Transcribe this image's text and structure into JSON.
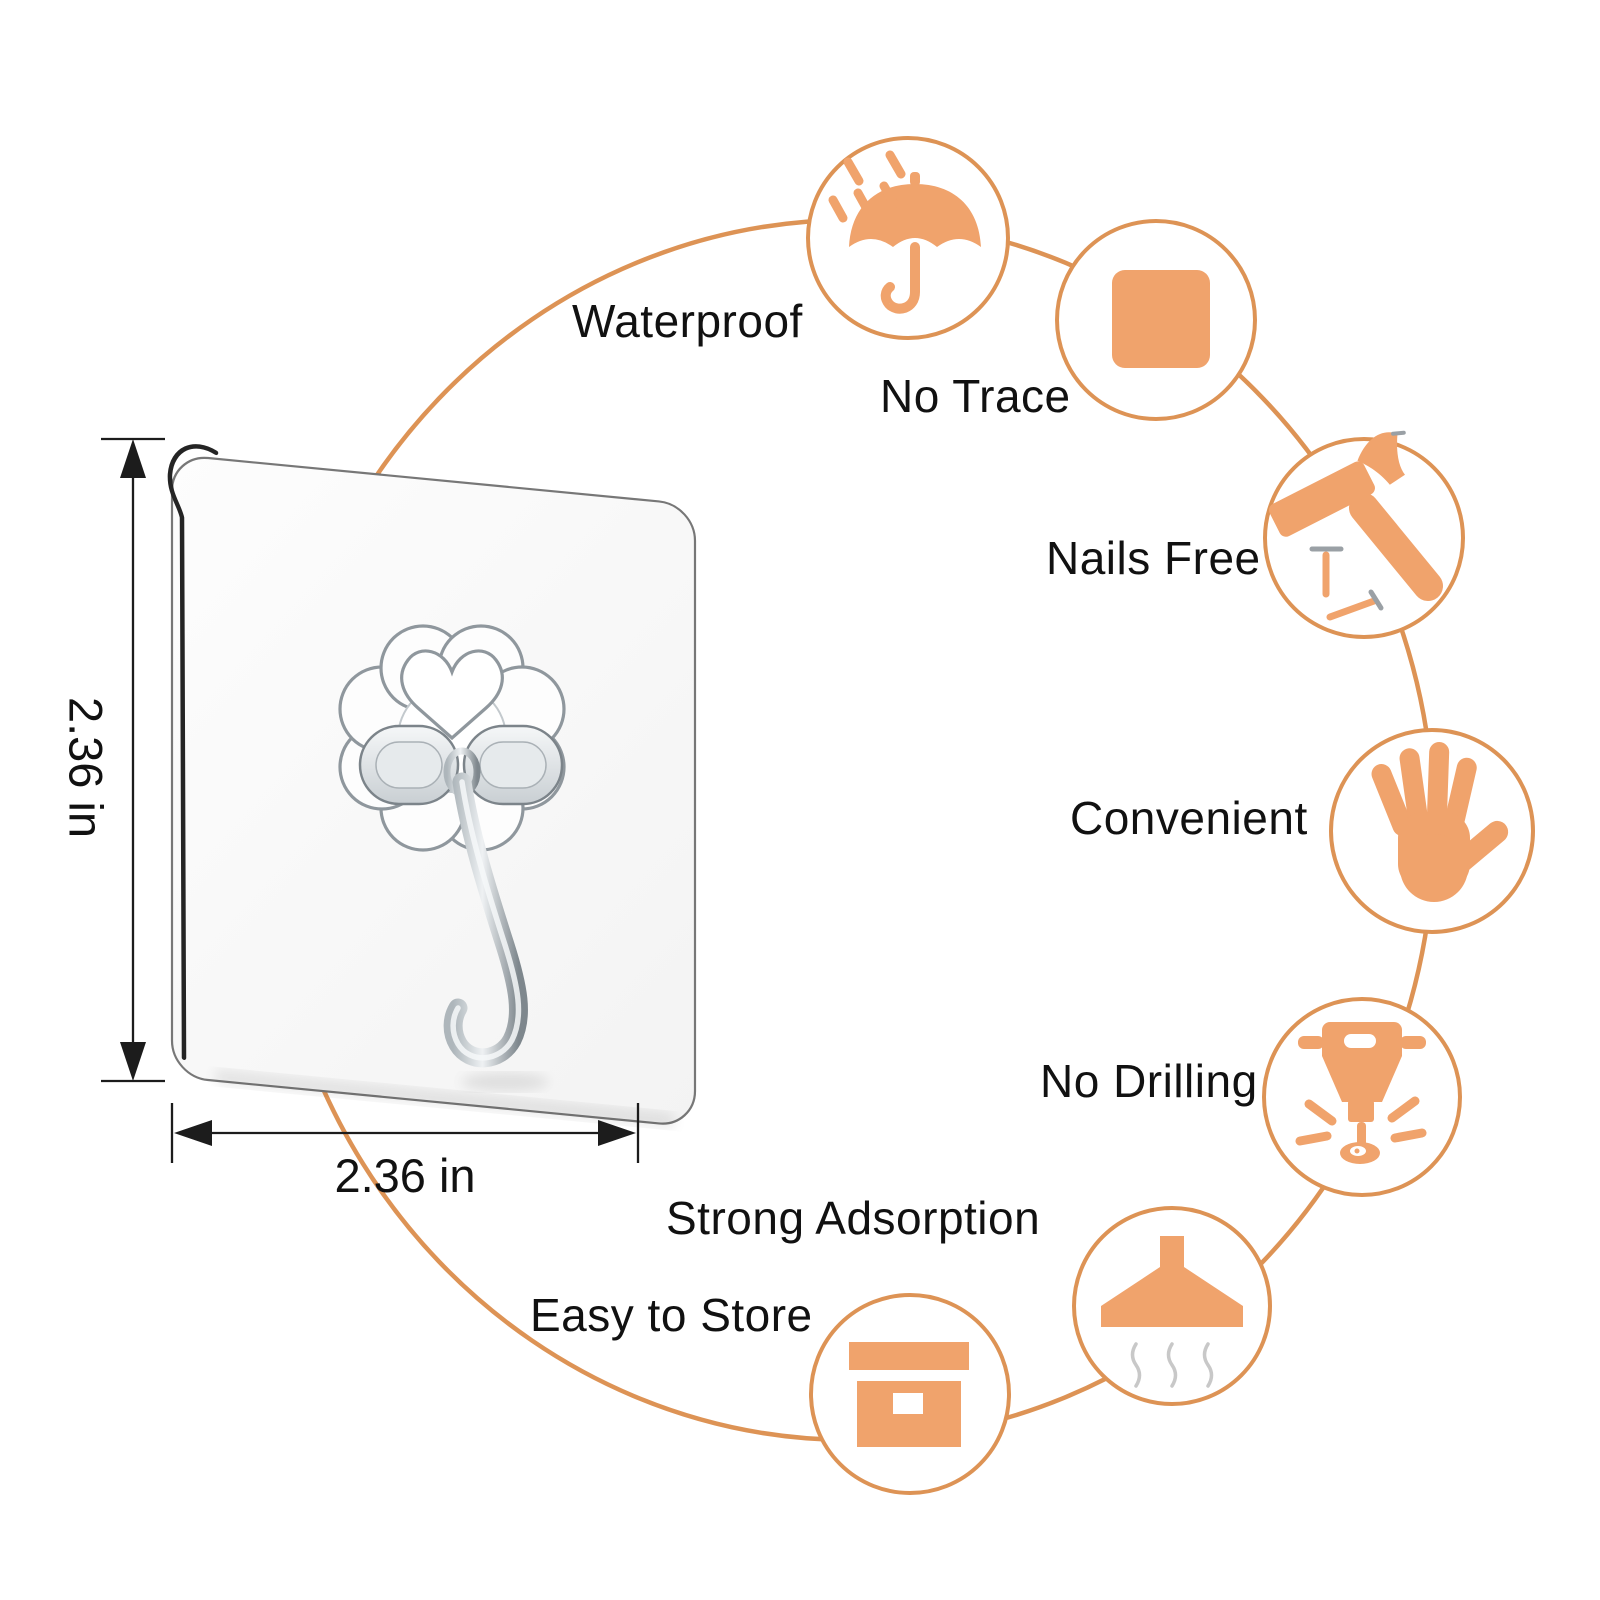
{
  "dimensions": {
    "height_label": "2.36 in",
    "width_label": "2.36 in"
  },
  "features": [
    {
      "label": "Waterproof",
      "icon": "umbrella-rain-icon"
    },
    {
      "label": "No Trace",
      "icon": "rounded-square-icon"
    },
    {
      "label": "Nails Free",
      "icon": "hammer-nails-icon"
    },
    {
      "label": "Convenient",
      "icon": "hand-icon"
    },
    {
      "label": "No Drilling",
      "icon": "jackhammer-icon"
    },
    {
      "label": "Strong Adsorption",
      "icon": "range-hood-icon"
    },
    {
      "label": "Easy to Store",
      "icon": "storage-box-icon"
    }
  ],
  "colors": {
    "icon_fill": "#F0A36C",
    "ring_stroke": "#DD9355",
    "text": "#111111",
    "steam_gray": "#C8C8C8",
    "metal_gray": "#9AA0A5"
  }
}
